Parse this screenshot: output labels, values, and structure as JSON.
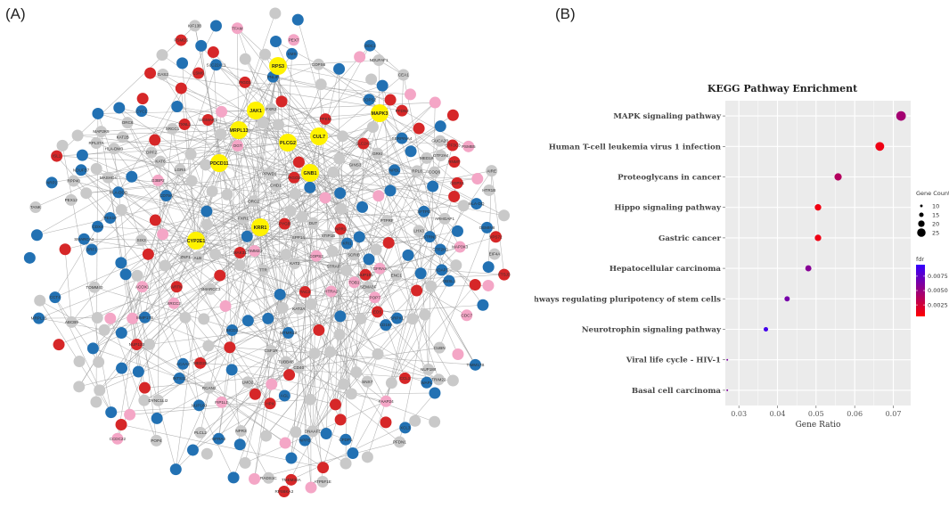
{
  "panels": {
    "a_label": "(A)",
    "b_label": "(B)"
  },
  "colors": {
    "gray": "#c9c9c9",
    "blue": "#2271b3",
    "red": "#d62728",
    "pink": "#f4a6c6",
    "hub": "#fff200",
    "edge": "#9a9a9a"
  },
  "network": {
    "hubs": [
      "RPS3",
      "JAK1",
      "MAPK3",
      "MRPL13",
      "PLCG2",
      "CUL7",
      "PDCD11",
      "GNB1",
      "KRR1",
      "CYP2E1"
    ],
    "labels": [
      "SLC22A11",
      "NPR3",
      "PSMD5",
      "GUCA2B",
      "SMS",
      "MAP3K3",
      "MAP2K5",
      "DNAAF1",
      "TFAM",
      "GINS3",
      "RPL37A",
      "RPL8",
      "CCT4",
      "TAC3",
      "PFDN2",
      "HLA-DOB",
      "LMO2",
      "NPPB",
      "BRF1",
      "STRN3",
      "PYGB",
      "RPS6KA3",
      "RCAN2",
      "CSF1R",
      "ADAP1",
      "CDX4",
      "CD79A",
      "HTRA2",
      "HLA-DMB",
      "GGPS1",
      "SLC2A9",
      "NPBL",
      "KAT2B",
      "G3BP2",
      "COQ6",
      "NPR1",
      "LGR4",
      "HTR1B",
      "KIF13B",
      "NUP160",
      "MED16",
      "CD160",
      "KAT2A",
      "GTF2H4",
      "MED25",
      "ALB",
      "AGL",
      "PNLIP",
      "RPP40",
      "CYC1",
      "PSMB5",
      "TUBB4B",
      "XRCC2",
      "ODC1",
      "PFDN1",
      "NDUFB7",
      "PEX10",
      "CCL1",
      "COPS6",
      "TOMM40",
      "ACAA2",
      "ACOX1",
      "CEA1",
      "NUP133",
      "GEMIN8",
      "SRPX1",
      "STIP1B",
      "MAK31",
      "CCDC22",
      "SMARCC3",
      "WAPL",
      "GAS2",
      "COPS3",
      "KAT6",
      "ABCB5",
      "GFRA2",
      "SMARCA2",
      "LHX3",
      "PPWD1",
      "ISL1",
      "MASHC4",
      "CDC7",
      "RNMT",
      "HPX",
      "CFDP1",
      "PEX12",
      "DYNC1LI2",
      "SIGMAR1",
      "TOB1",
      "SFTPD",
      "VPS72",
      "SEMA3F",
      "FAAP24",
      "CUBN",
      "PIGO1",
      "FIP1L1",
      "TMEM30A",
      "SNX7",
      "ARHGAP1",
      "SERPINA4",
      "TXNL1",
      "POP7",
      "INTS11",
      "GTF3C3",
      "ATP5F1E",
      "DUT",
      "PTPRF",
      "ZNF1",
      "RADS1C",
      "OBSL1",
      "MTMR12",
      "LSM6",
      "DPF2",
      "PLCL2",
      "GTF2H3",
      "NRP2",
      "FXR2",
      "FXR1",
      "TIMM23",
      "STRAP",
      "GFRA3",
      "COPS2",
      "NUP188",
      "FTSJ3",
      "AIRE",
      "BICD2",
      "NDUFAF1",
      "TRIM22",
      "OGT",
      "KRI1",
      "ORC2",
      "SIX3",
      "ARTN",
      "PFKM",
      "PEX7",
      "PIGO2",
      "TTR",
      "CHD1",
      "XCL3",
      "KAT2",
      "TANK",
      "EIF4A",
      "POP4",
      "MMP17B",
      "TIMM17B",
      "SPP14",
      "GRKI",
      "ENC1",
      "MRPL15",
      "HLA-DQ",
      "CD40",
      "SCRIB",
      "ORC6",
      "EOS",
      "XRCC1",
      "NUP155"
    ]
  },
  "chart_data": {
    "type": "scatter",
    "title": "KEGG Pathway Enrichment",
    "xlabel": "Gene Ratio",
    "ylabel": "",
    "xlim": [
      0.0265,
      0.0745
    ],
    "xticks": [
      0.03,
      0.04,
      0.05,
      0.06,
      0.07
    ],
    "xtick_labels": [
      "0.03",
      "0.04",
      "0.05",
      "0.06",
      "0.07"
    ],
    "grid": true,
    "categories": [
      "MAPK signaling pathway",
      "Human T-cell leukemia virus 1 infection",
      "Proteoglycans in cancer",
      "Hippo signaling pathway",
      "Gastric cancer",
      "Hepatocellular carcinoma",
      "Signaling pathways regulating pluripotency of stem cells",
      "Neurotrophin signaling pathway",
      "Viral life cycle - HIV-1",
      "Basal cell carcinoma"
    ],
    "x": [
      0.072,
      0.0665,
      0.0557,
      0.0505,
      0.0505,
      0.048,
      0.0425,
      0.037,
      0.027,
      0.027
    ],
    "gene_count": [
      28,
      26,
      22,
      20,
      20,
      19,
      17,
      15,
      8,
      8
    ],
    "fdr": [
      0.0045,
      0.0012,
      0.0038,
      0.0011,
      0.0012,
      0.0058,
      0.0065,
      0.0088,
      0.0062,
      0.006
    ],
    "legend_size": {
      "title": "Gene Count",
      "values": [
        10,
        15,
        20,
        25
      ],
      "labels": [
        "10",
        "15",
        "20",
        "25"
      ]
    },
    "legend_color": {
      "title": "fdr",
      "ticks": [
        0.0075,
        0.005,
        0.0025
      ],
      "tick_labels": [
        "0.0075",
        "0.0050",
        "0.0025"
      ],
      "range": [
        0.0005,
        0.0095
      ],
      "low_color": "#ff0000",
      "high_color": "#3300ff"
    },
    "legend_placement": "right"
  }
}
